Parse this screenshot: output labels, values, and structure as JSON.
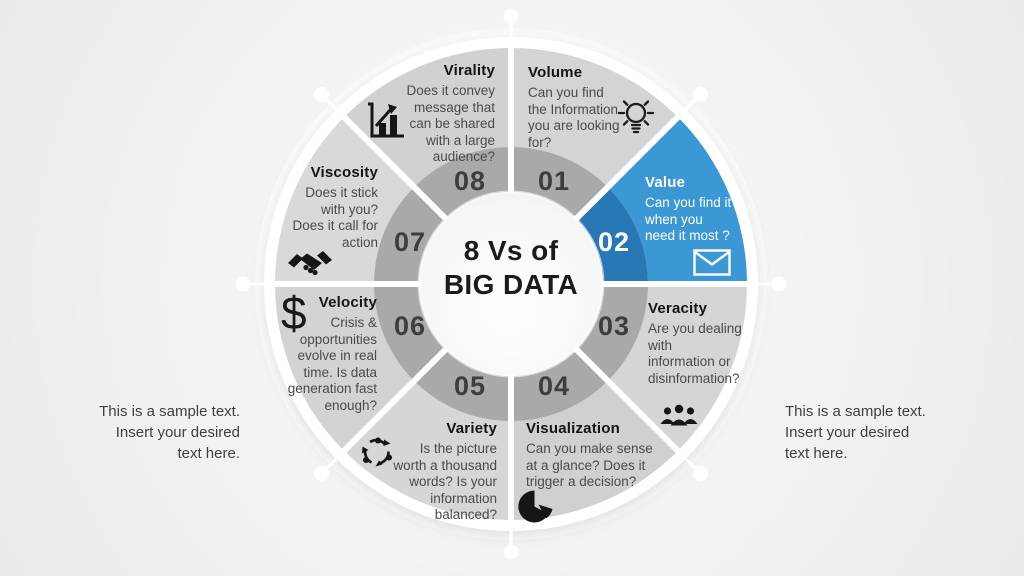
{
  "center": {
    "title": "8 Vs of\nBIG DATA"
  },
  "side_notes": {
    "left": "This is a sample text.\nInsert your desired\ntext here.",
    "right": "This is a sample text.\nInsert your desired\ntext here."
  },
  "colors": {
    "accent_blue": "#3B98D4",
    "accent_blue_dark": "#2878B6",
    "inner_ring_gray": "#a9a9a9",
    "rim_white": "#ffffff",
    "number_gray": "#3d3d3d"
  },
  "wheel": {
    "segments": [
      {
        "number": "01",
        "label": "Volume",
        "description": "Can you find\nthe Information\nyou are looking\nfor?",
        "icon": "lightbulb-icon",
        "outer_color": "#d4d4d4",
        "inner_color": "#a9a9a9"
      },
      {
        "number": "02",
        "label": "Value",
        "description": "Can you find it\nwhen you\nneed it most ?",
        "icon": "envelope-icon",
        "outer_color": "#3B98D4",
        "inner_color": "#2878B6"
      },
      {
        "number": "03",
        "label": "Veracity",
        "description": "Are you dealing\nwith\ninformation or\ndisinformation?",
        "icon": "people-group-icon",
        "outer_color": "#d5d5d5",
        "inner_color": "#a9a9a9"
      },
      {
        "number": "04",
        "label": "Visualization",
        "description": "Can you make sense\nat a glance? Does it\ntrigger a decision?",
        "icon": "pie-chart-icon",
        "outer_color": "#d0d0d0",
        "inner_color": "#a9a9a9"
      },
      {
        "number": "05",
        "label": "Variety",
        "description": "Is the picture\nworth a thousand\nwords? Is your\ninformation\nbalanced?",
        "icon": "cycle-arrows-icon",
        "outer_color": "#d6d6d6",
        "inner_color": "#a9a9a9"
      },
      {
        "number": "06",
        "label": "Velocity",
        "description": "Crisis &\nopportunities\nevolve in real\ntime. Is data\ngeneration fast\nenough?",
        "icon": "dollar-sign-icon",
        "outer_color": "#d3d3d3",
        "inner_color": "#a9a9a9"
      },
      {
        "number": "07",
        "label": "Viscosity",
        "description": "Does it stick\nwith you?\nDoes it call for\naction",
        "icon": "handshake-icon",
        "outer_color": "#d9d9d9",
        "inner_color": "#a9a9a9"
      },
      {
        "number": "08",
        "label": "Virality",
        "description": "Does it convey\nmessage that\ncan be shared\nwith a large\naudience?",
        "icon": "bar-chart-arrow-icon",
        "outer_color": "#d1d1d1",
        "inner_color": "#a9a9a9"
      }
    ]
  }
}
